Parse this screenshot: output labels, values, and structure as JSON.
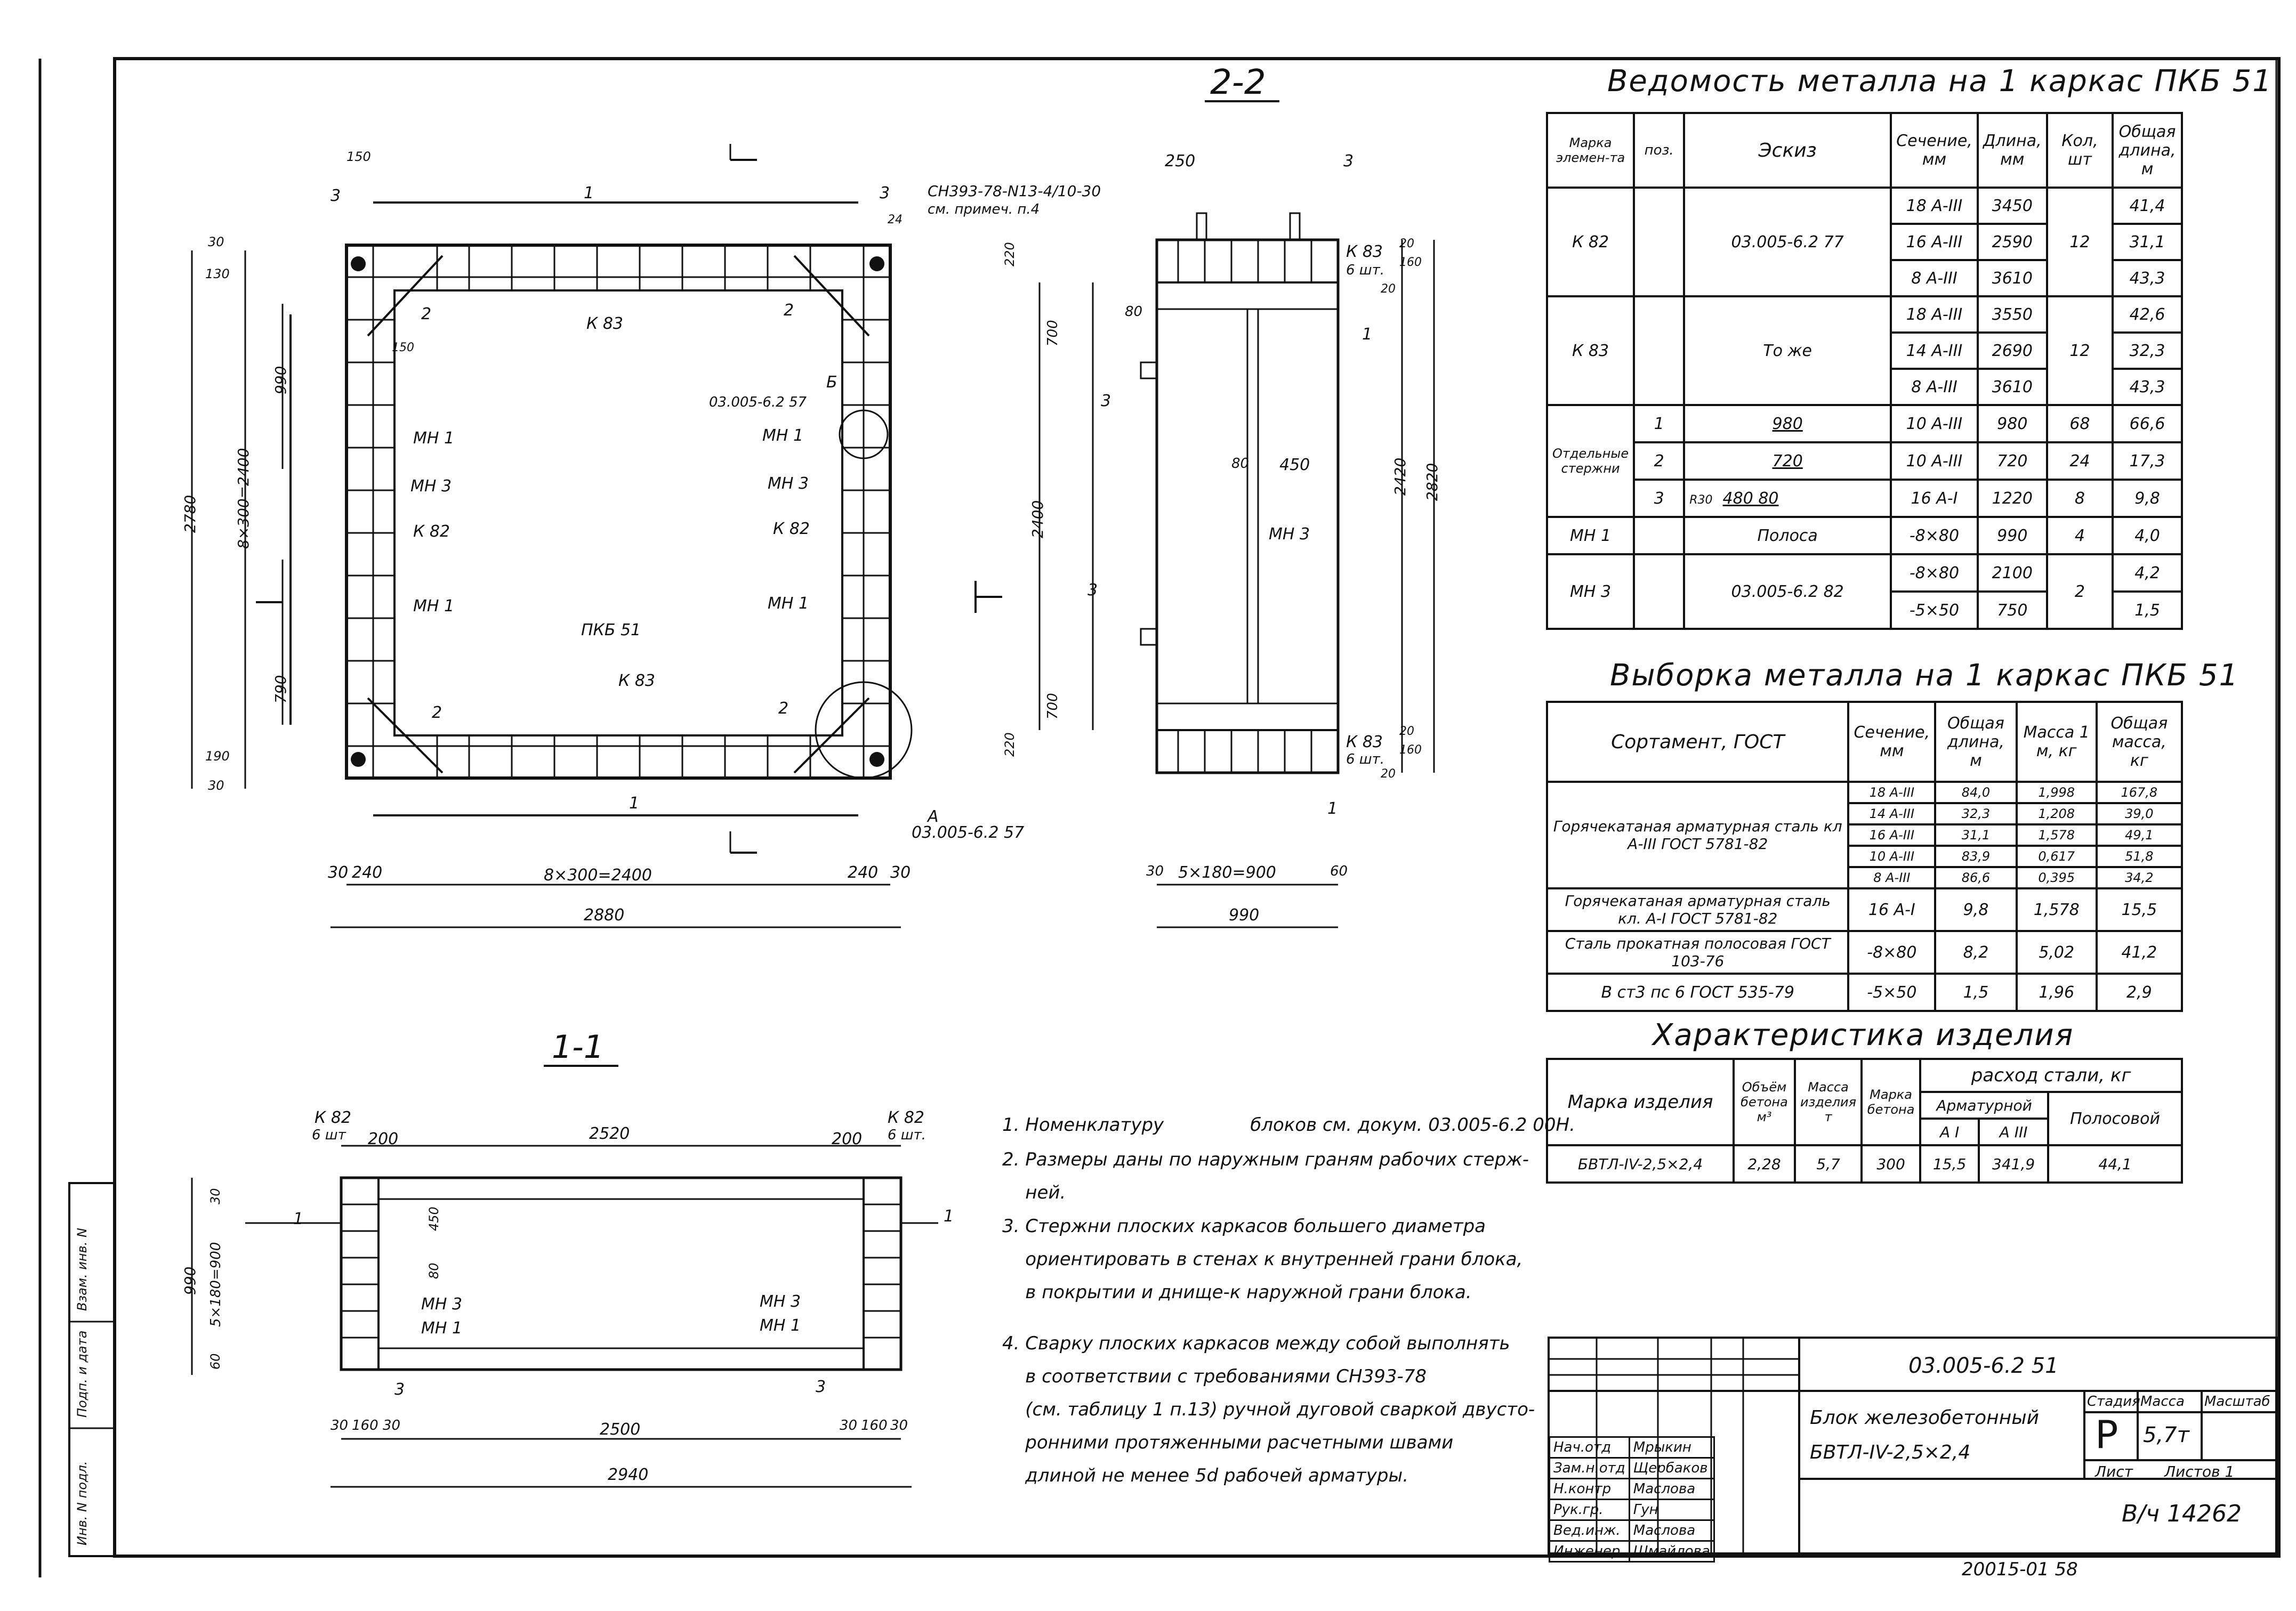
{
  "section_2_2": {
    "title": "2-2",
    "labels": [
      "1",
      "1",
      "2",
      "2",
      "2",
      "2",
      "3",
      "3",
      "К 83",
      "К 83",
      "К 82",
      "К 82",
      "МН 1",
      "МН 1",
      "МН 3",
      "МН 3",
      "МН 1",
      "МН 1",
      "ПКБ 51",
      "Б",
      "03.005-6.2 57",
      "А",
      "03.005-6.2 57",
      "СН393-78-N13-4/10-30",
      "см. примеч. п.4",
      "2780",
      "8×300=2400",
      "990",
      "790",
      "2880",
      "8×300=2400",
      "240",
      "240",
      "30",
      "30",
      "130",
      "190",
      "30",
      "30",
      "150",
      "150",
      "24"
    ]
  },
  "side_view": {
    "labels": [
      "250",
      "3",
      "К 83",
      "6 шт.",
      "80",
      "1",
      "3",
      "80",
      "450",
      "МН 3",
      "3",
      "К 83",
      "6 шт.",
      "1",
      "700",
      "2400",
      "700",
      "2420",
      "2820",
      "220",
      "220",
      "5×180=900",
      "990",
      "30",
      "60",
      "20",
      "20",
      "160",
      "160",
      "20",
      "20"
    ]
  },
  "section_1_1": {
    "title": "1-1",
    "labels": [
      "К 82",
      "6 шт",
      "К 82",
      "6 шт.",
      "200",
      "2520",
      "200",
      "1",
      "1",
      "450",
      "80",
      "МН 3",
      "МН 1",
      "МН 3",
      "МН 1",
      "3",
      "3",
      "990",
      "5×180=900",
      "30",
      "60",
      "30",
      "160",
      "30",
      "2500",
      "30",
      "160",
      "30",
      "2940"
    ]
  },
  "table_vedomost": {
    "title": "Ведомость металла на 1 каркас ПКБ 51",
    "headers": [
      "Марка элемен-та",
      "поз.",
      "Эскиз",
      "Сечение, мм",
      "Длина, мм",
      "Кол, шт",
      "Общая длина, м"
    ],
    "rows": [
      [
        "К 82",
        "",
        "03.005-6.2 77",
        "18 А-III",
        "3450",
        "12",
        "41,4"
      ],
      [
        "",
        "",
        "",
        "16 А-III",
        "2590",
        "",
        "31,1"
      ],
      [
        "",
        "",
        "",
        "8 А-III",
        "3610",
        "",
        "43,3"
      ],
      [
        "К 83",
        "",
        "То же",
        "18 А-III",
        "3550",
        "12",
        "42,6"
      ],
      [
        "",
        "",
        "",
        "14 А-III",
        "2690",
        "",
        "32,3"
      ],
      [
        "",
        "",
        "",
        "8 А-III",
        "3610",
        "",
        "43,3"
      ],
      [
        "Отдельные стержни",
        "1",
        "980",
        "10 А-III",
        "980",
        "68",
        "66,6"
      ],
      [
        "",
        "2",
        "720",
        "10 А-III",
        "720",
        "24",
        "17,3"
      ],
      [
        "",
        "3",
        "480 80",
        "16 А-I",
        "1220",
        "8",
        "9,8"
      ],
      [
        "МН 1",
        "",
        "Полоса",
        "-8×80",
        "990",
        "4",
        "4,0"
      ],
      [
        "МН 3",
        "",
        "03.005-6.2 82",
        "-8×80",
        "2100",
        "2",
        "4,2"
      ],
      [
        "",
        "",
        "",
        "-5×50",
        "750",
        "",
        "1,5"
      ]
    ],
    "sketch_extra": "R30"
  },
  "table_vyborka": {
    "title": "Выборка металла на 1 каркас ПКБ 51",
    "headers": [
      "Сортамент, ГОСТ",
      "Сечение, мм",
      "Общая длина, м",
      "Масса 1 м, кг",
      "Общая масса, кг"
    ],
    "group1": "Горячекатаная арматурная сталь кл А-III ГОСТ 5781-82",
    "group1_rows": [
      [
        "18 А-III",
        "84,0",
        "1,998",
        "167,8"
      ],
      [
        "14 А-III",
        "32,3",
        "1,208",
        "39,0"
      ],
      [
        "16 А-III",
        "31,1",
        "1,578",
        "49,1"
      ],
      [
        "10 А-III",
        "83,9",
        "0,617",
        "51,8"
      ],
      [
        "8 А-III",
        "86,6",
        "0,395",
        "34,2"
      ]
    ],
    "group2": "Горячекатаная арматурная сталь кл. А-I ГОСТ 5781-82",
    "group2_row": [
      "16 А-I",
      "9,8",
      "1,578",
      "15,5"
    ],
    "group3": "Сталь прокатная полосовая ГОСТ 103-76",
    "group3_row": [
      "-8×80",
      "8,2",
      "5,02",
      "41,2"
    ],
    "group4": "В ст3 пс 6 ГОСТ 535-79",
    "group4_row": [
      "-5×50",
      "1,5",
      "1,96",
      "2,9"
    ]
  },
  "table_harakteristika": {
    "title": "Характеристика изделия",
    "headers": [
      "Марка изделия",
      "Объём бетона м³",
      "Масса изделия т",
      "Марка бетона",
      "расход стали, кг",
      "Арматурной",
      "Полосовой",
      "А I",
      "А III"
    ],
    "row": [
      "БВТЛ-IV-2,5×2,4",
      "2,28",
      "5,7",
      "300",
      "15,5",
      "341,9",
      "44,1"
    ]
  },
  "notes": [
    "1. Номенклатуру               блоков см. докум. 03.005-6.2 00Н.",
    "2. Размеры даны по наружным граням рабочих стерж-\n    ней.",
    "3. Стержни плоских каркасов большего диаметра\n    ориентировать в стенах к внутренней грани блока,\n    в покрытии и днище-к наружной грани блока.",
    "4. Сварку плоских каркасов между собой выполнять\n    в соответствии с требованиями СН393-78\n    (см. таблицу 1 п.13) ручной дуговой сваркой двусто-\n    ронними протяженными расчетными швами\n    длиной не менее 5d рабочей арматуры."
  ],
  "stamp": {
    "code": "03.005-6.2 51",
    "name_line1": "Блок железобетонный",
    "name_line2": "БВТЛ-IV-2,5×2,4",
    "stage_h": "Стадия",
    "mass_h": "Масса",
    "scale_h": "Масштаб",
    "stage": "Р",
    "mass": "5,7т",
    "sheet": "Лист",
    "sheets": "Листов 1",
    "org": "В/ч 14262",
    "people": [
      [
        "Нач.отд",
        "Мрыкин"
      ],
      [
        "Зам.н.отд",
        "Щербаков"
      ],
      [
        "Н.контр",
        "Маслова"
      ],
      [
        "Рук.гр.",
        "Гун"
      ],
      [
        "Вед.инж.",
        "Маслова"
      ],
      [
        "Инженер",
        "Шмайлова"
      ]
    ],
    "footer": "20015-01   58",
    "left_strip": [
      "Инв. N подл.",
      "Подп. и дата",
      "Взам. инв. N"
    ]
  }
}
